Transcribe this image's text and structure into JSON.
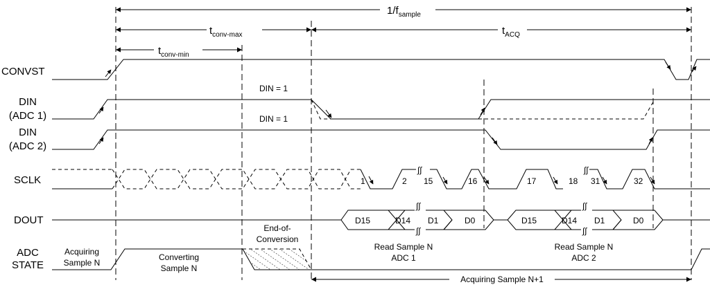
{
  "signals": {
    "convst": "CONVST",
    "din_adc1_line1": "DIN",
    "din_adc1_line2": "(ADC 1)",
    "din_adc2_line1": "DIN",
    "din_adc2_line2": "(ADC 2)",
    "sclk": "SCLK",
    "dout": "DOUT",
    "adc_state_line1": "ADC",
    "adc_state_line2": "STATE"
  },
  "dimensions": {
    "sample_period_main": "1/f",
    "sample_period_sub": "sample",
    "tconv_max_main": "t",
    "tconv_max_sub": "conv-max",
    "tconv_min_main": "t",
    "tconv_min_sub": "conv-min",
    "tacq_main": "t",
    "tacq_sub": "ACQ"
  },
  "annotations": {
    "din_adc1_level": "DIN = 1",
    "din_adc2_level": "DIN = 1"
  },
  "sclk_pulses": [
    "1",
    "2",
    "15",
    "16",
    "17",
    "18",
    "31",
    "32"
  ],
  "dout_bits_adc1": [
    "D15",
    "D14",
    "D1",
    "D0"
  ],
  "dout_bits_adc2": [
    "D15",
    "D14",
    "D1",
    "D0"
  ],
  "states": {
    "acquiring_line1": "Acquiring",
    "acquiring_line2": "Sample N",
    "converting_line1": "Converting",
    "converting_line2": "Sample N",
    "eoc_line1": "End-of-",
    "eoc_line2": "Conversion",
    "read_adc1_line1": "Read Sample N",
    "read_adc1_line2": "ADC 1",
    "read_adc2_line1": "Read Sample N",
    "read_adc2_line2": "ADC 2",
    "acquiring_next": "Acquiring Sample N+1"
  },
  "break_mark": "∫∫"
}
